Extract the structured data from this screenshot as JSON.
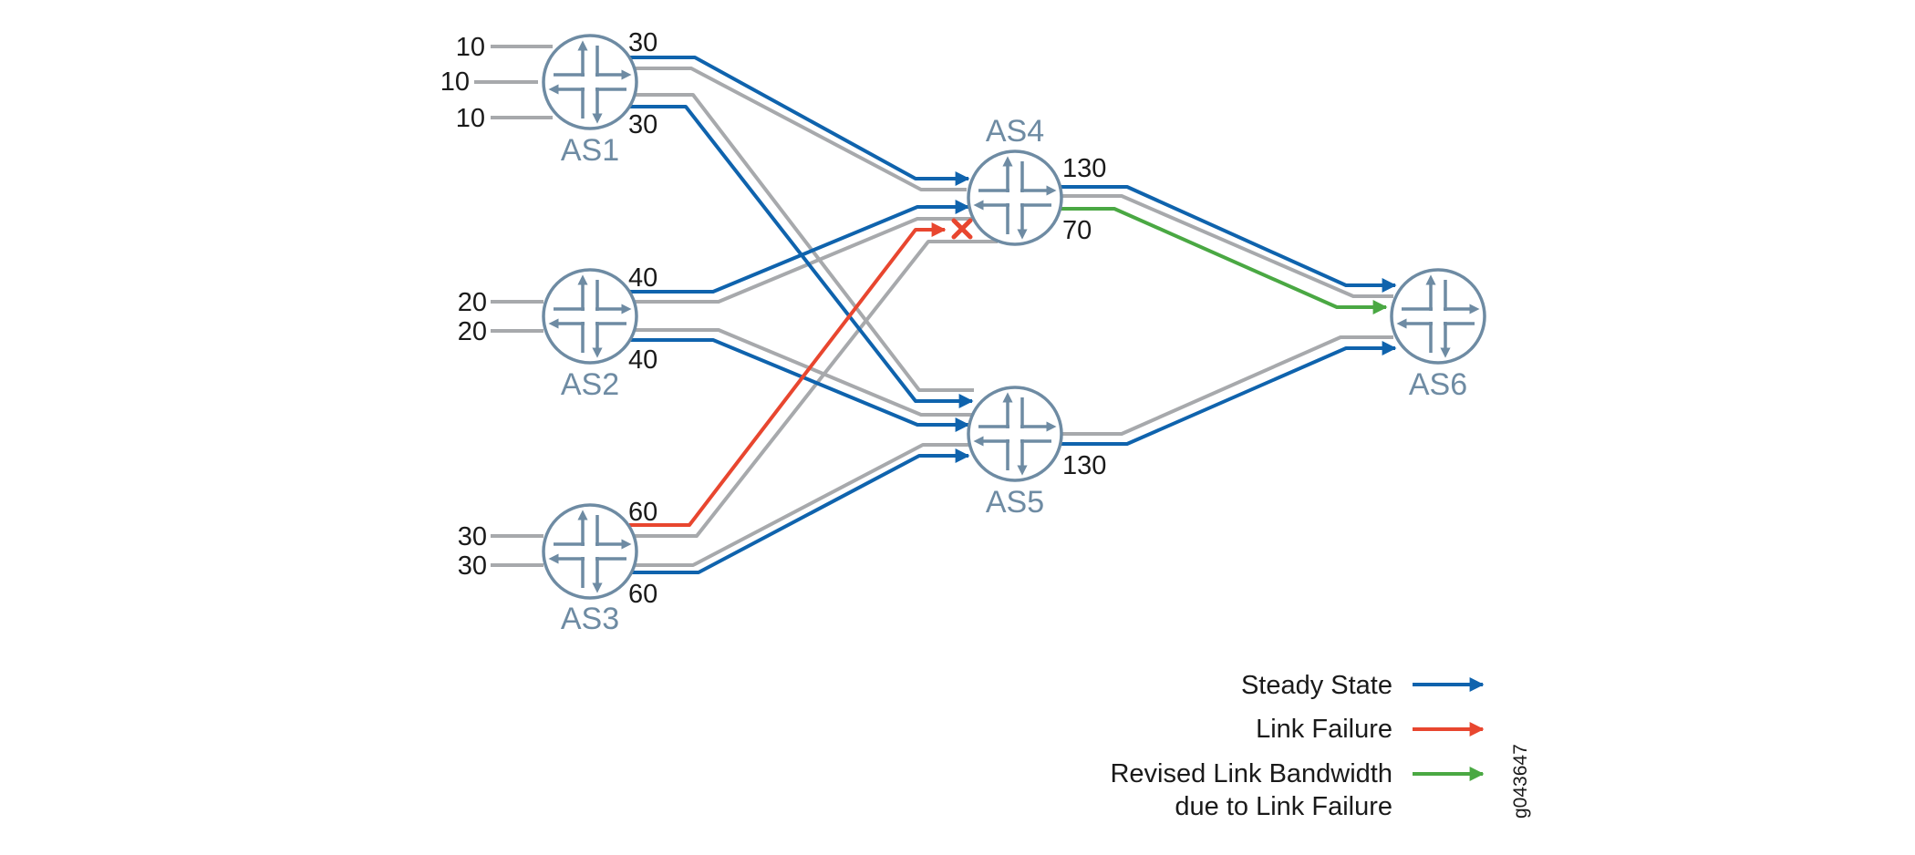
{
  "colors": {
    "steady": "#0f63ad",
    "failure": "#e8462f",
    "revised": "#4aa843",
    "gray": "#a7a9ac",
    "router_stroke": "#6e8ba3"
  },
  "routers": {
    "as1": "AS1",
    "as2": "AS2",
    "as3": "AS3",
    "as4": "AS4",
    "as5": "AS5",
    "as6": "AS6"
  },
  "inputs": {
    "as1": [
      "10",
      "10",
      "10"
    ],
    "as2": [
      "20",
      "20"
    ],
    "as3": [
      "30",
      "30"
    ]
  },
  "link_labels": {
    "as1_top": "30",
    "as1_bottom": "30",
    "as2_top": "40",
    "as2_bottom": "40",
    "as3_top": "60",
    "as3_bottom": "60",
    "as4_top": "130",
    "as4_bottom": "70",
    "as5_out": "130"
  },
  "failure_marker": "x-mark",
  "legend": {
    "steady": "Steady State",
    "failure": "Link Failure",
    "revised_line1": "Revised Link Bandwidth",
    "revised_line2": "due to Link Failure"
  },
  "figure_id": "g043647"
}
